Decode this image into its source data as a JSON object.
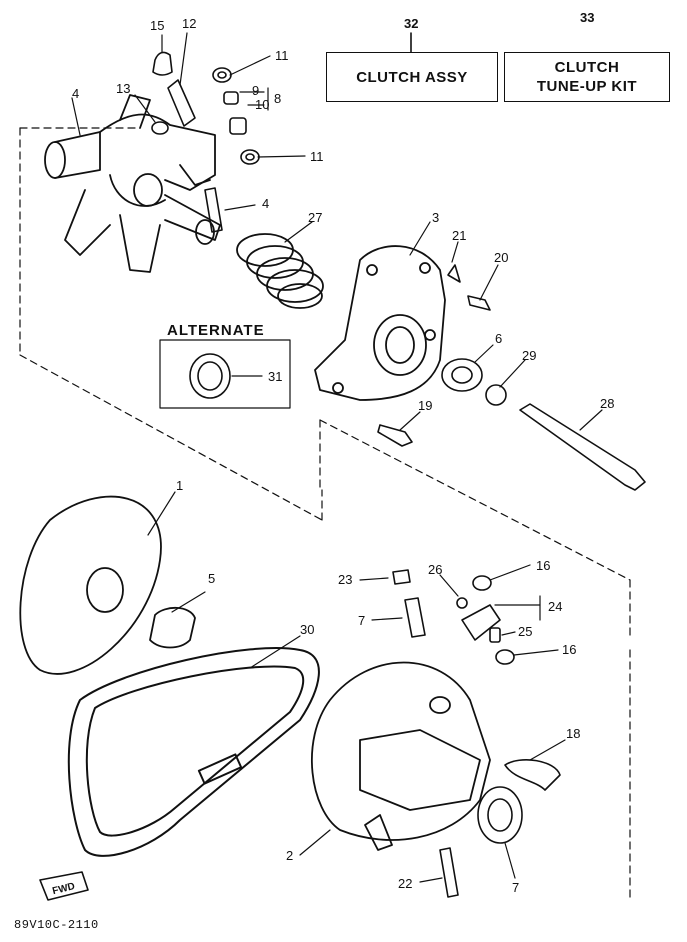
{
  "callouts": {
    "kit": "32",
    "tuneup": "33",
    "alt": "31",
    "sheave_fixed": "1",
    "sheave_movable": "2",
    "cover": "3",
    "spider_a": "4",
    "spider_b": "4",
    "slider": "5",
    "bush_top": "6",
    "pin_lower": "7",
    "bush_bot": "7",
    "set_8": "8",
    "p9": "9",
    "p10": "10",
    "w11a": "11",
    "w11b": "11",
    "roller": "12",
    "p13": "13",
    "p15": "15",
    "w16a": "16",
    "w16b": "16",
    "tube": "18",
    "bolt19": "19",
    "bolt20": "20",
    "p21": "21",
    "bolt22": "22",
    "plug": "23",
    "weight_set": "24",
    "p25": "25",
    "p26": "26",
    "spring": "27",
    "rod": "28",
    "p29": "29",
    "belt": "30"
  },
  "boxes": {
    "clutch_assy": "CLUTCH ASSY",
    "tuneup_kit": "CLUTCH\nTUNE-UP KIT"
  },
  "alternate_label": "ALTERNATE",
  "fwd_label": "FWD",
  "drawing_code": "89V10C-2110"
}
